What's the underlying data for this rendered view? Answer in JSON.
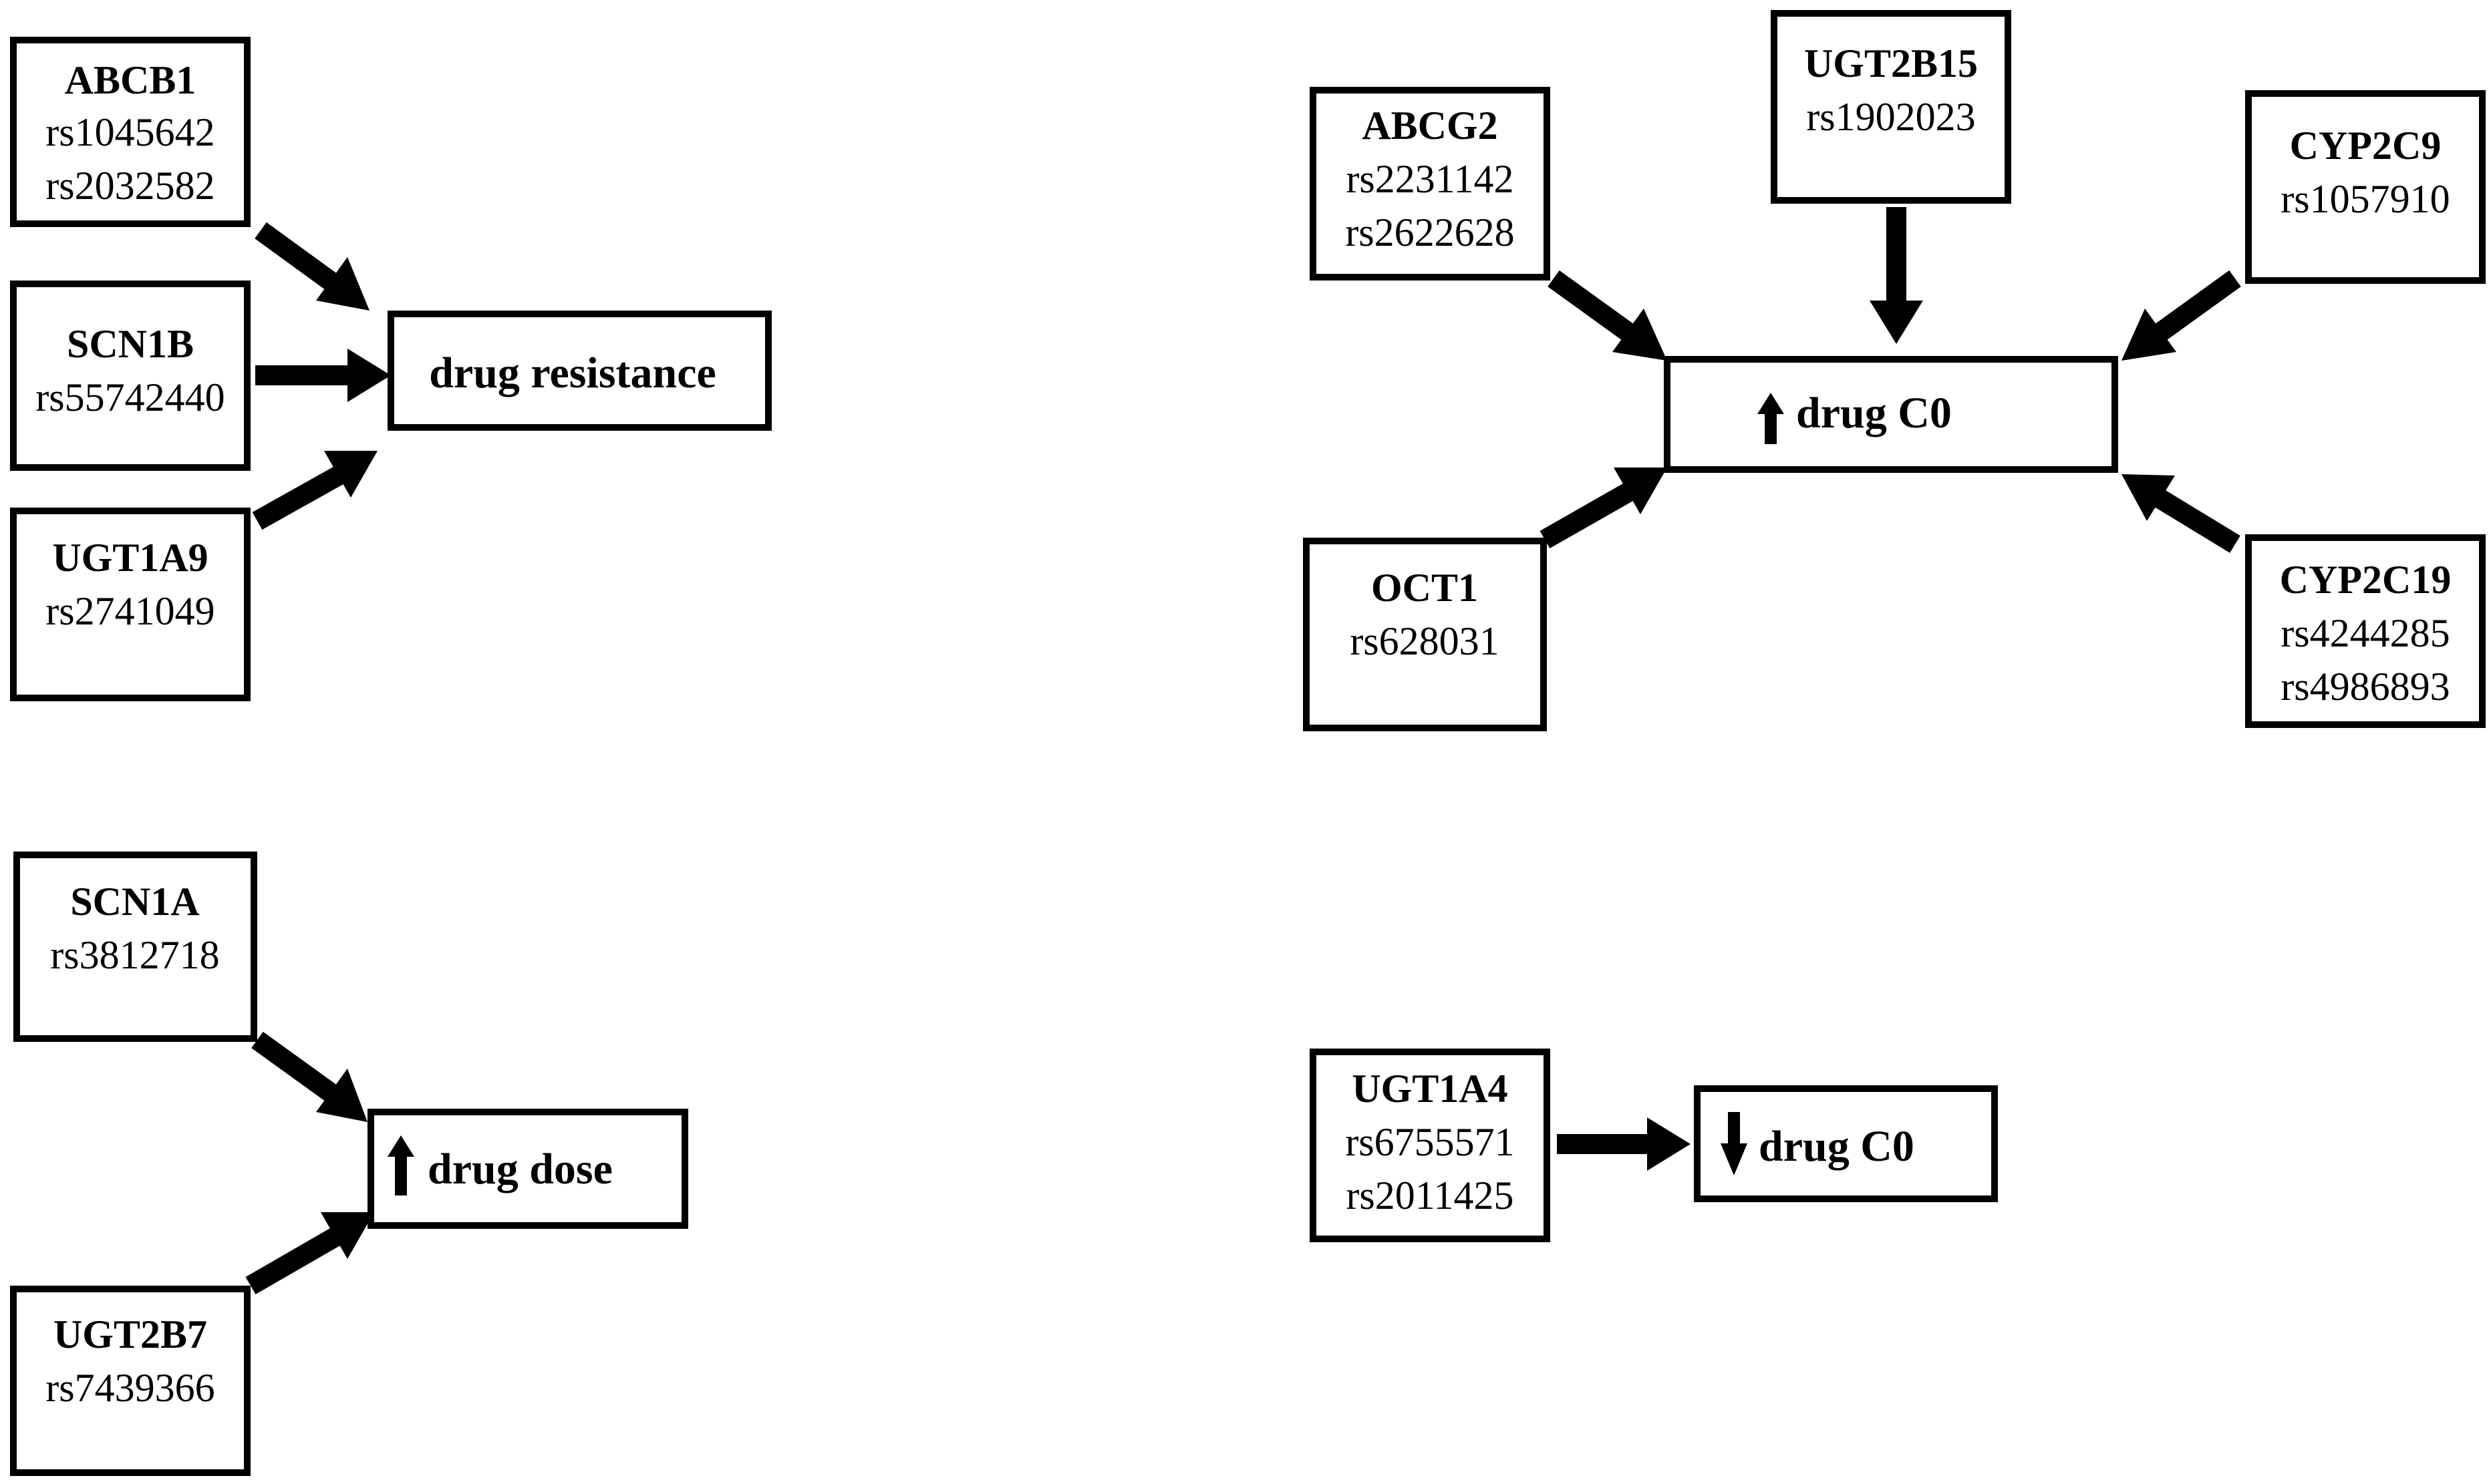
{
  "genes": {
    "abcb1": {
      "name": "ABCB1",
      "snps": [
        "rs1045642",
        "rs2032582"
      ]
    },
    "scn1b": {
      "name": "SCN1B",
      "snps": [
        "rs55742440"
      ]
    },
    "ugt1a9": {
      "name": "UGT1A9",
      "snps": [
        "rs2741049"
      ]
    },
    "scn1a": {
      "name": "SCN1A",
      "snps": [
        "rs3812718"
      ]
    },
    "ugt2b7": {
      "name": "UGT2B7",
      "snps": [
        "rs7439366"
      ]
    },
    "abcg2": {
      "name": "ABCG2",
      "snps": [
        "rs2231142",
        "rs2622628"
      ]
    },
    "ugt2b15": {
      "name": "UGT2B15",
      "snps": [
        "rs1902023"
      ]
    },
    "cyp2c9": {
      "name": "CYP2C9",
      "snps": [
        "rs1057910"
      ]
    },
    "oct1": {
      "name": "OCT1",
      "snps": [
        "rs628031"
      ]
    },
    "cyp2c19": {
      "name": "CYP2C19",
      "snps": [
        "rs4244285",
        "rs4986893"
      ]
    },
    "ugt1a4": {
      "name": "UGT1A4",
      "snps": [
        "rs6755571",
        "rs2011425"
      ]
    }
  },
  "outcomes": {
    "drug_resistance": {
      "label": "drug resistance",
      "direction": "none"
    },
    "drug_dose": {
      "label": "drug dose",
      "direction": "up"
    },
    "drug_c0_up": {
      "label": "drug C0",
      "direction": "up"
    },
    "drug_c0_down": {
      "label": "drug C0",
      "direction": "down"
    }
  },
  "links": [
    {
      "from": "abcb1",
      "to": "drug_resistance"
    },
    {
      "from": "scn1b",
      "to": "drug_resistance"
    },
    {
      "from": "ugt1a9",
      "to": "drug_resistance"
    },
    {
      "from": "scn1a",
      "to": "drug_dose"
    },
    {
      "from": "ugt2b7",
      "to": "drug_dose"
    },
    {
      "from": "abcg2",
      "to": "drug_c0_up"
    },
    {
      "from": "ugt2b15",
      "to": "drug_c0_up"
    },
    {
      "from": "cyp2c9",
      "to": "drug_c0_up"
    },
    {
      "from": "oct1",
      "to": "drug_c0_up"
    },
    {
      "from": "cyp2c19",
      "to": "drug_c0_up"
    },
    {
      "from": "ugt1a4",
      "to": "drug_c0_down"
    }
  ]
}
